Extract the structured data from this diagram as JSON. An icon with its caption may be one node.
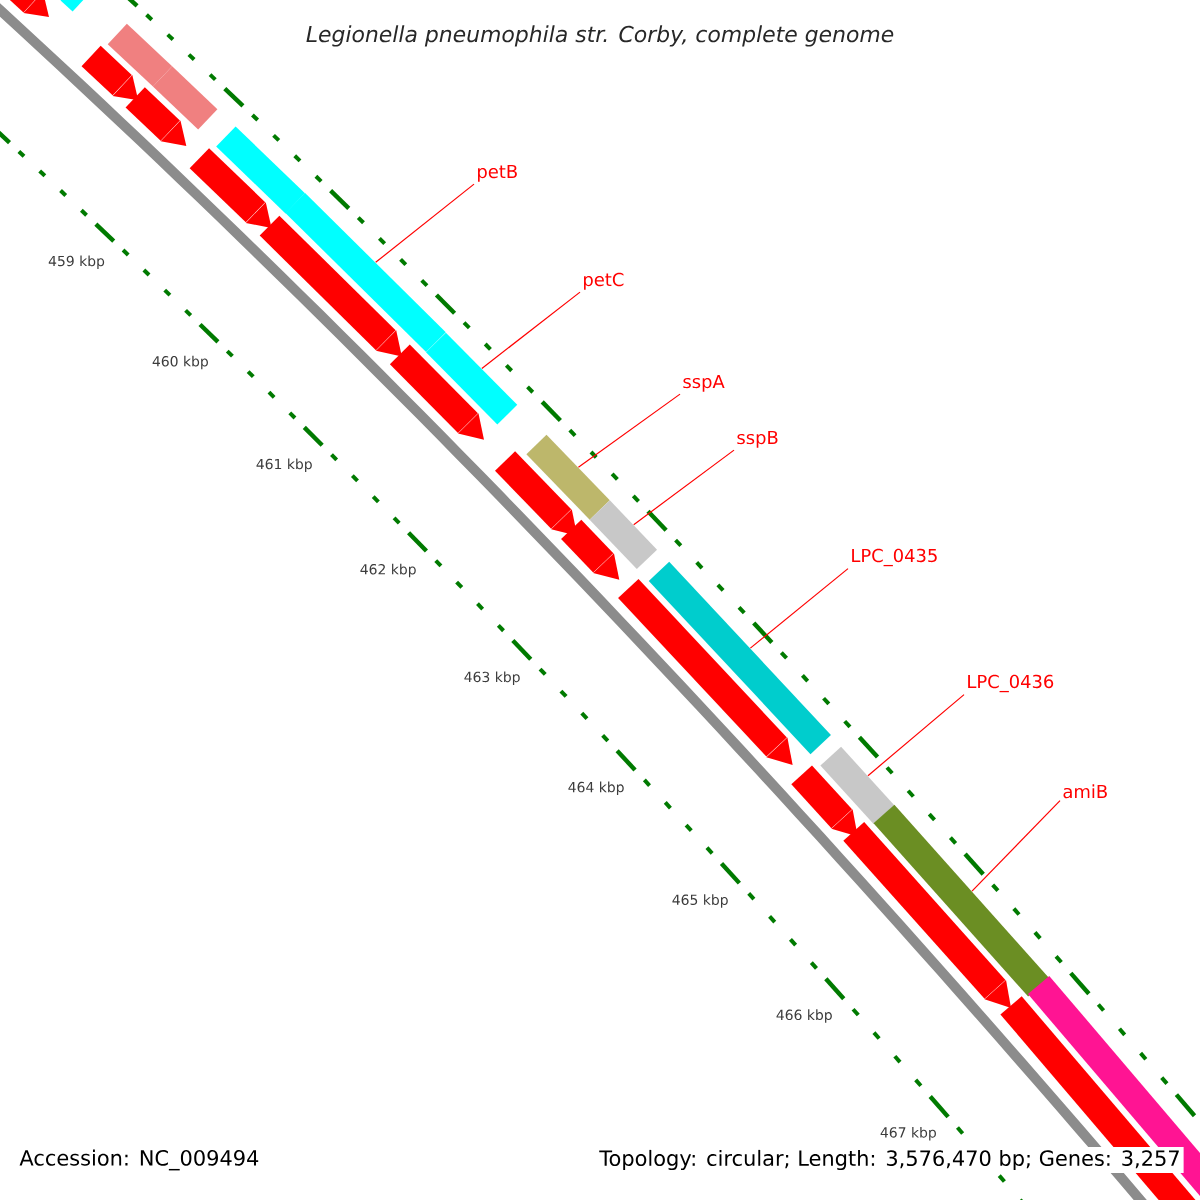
{
  "diagram": {
    "title": "Legionella pneumophila str. Corby, complete genome",
    "nodes": [
      {
        "text": [
          "petB"
        ]
      },
      {
        "text": [
          "petC"
        ]
      },
      {
        "text": [
          "sspA"
        ]
      },
      {
        "text": [
          "sspB"
        ]
      },
      {
        "text": [
          "LPC_0435"
        ]
      },
      {
        "text": [
          "LPC_0436"
        ]
      },
      {
        "text": [
          "amiB"
        ]
      },
      {
        "text": [],
        "shape": "bar"
      },
      {
        "text": [],
        "shape": "bar"
      },
      {
        "text": [],
        "shape": "bar"
      },
      {
        "text": [],
        "shape": "bar"
      },
      {
        "text": [],
        "shape": "bar"
      },
      {
        "text": [],
        "shape": "bar"
      },
      {
        "text": [],
        "shape": "bar"
      },
      {
        "text": [],
        "shape": "bar"
      },
      {
        "text": [],
        "shape": "bar"
      },
      {
        "text": [],
        "shape": "bar"
      },
      {
        "text": [],
        "shape": "bar"
      },
      {
        "text": [],
        "shape": "bar"
      },
      {
        "text": [],
        "shape": "bar"
      },
      {
        "text": [],
        "shape": "bar"
      },
      {
        "text": [],
        "shape": "bar"
      },
      {
        "text": [],
        "shape": "bar"
      },
      {
        "text": [],
        "shape": "bar"
      },
      {
        "text": [],
        "shape": "bar"
      },
      {
        "text": [],
        "shape": "bar"
      },
      {
        "text": [],
        "shape": "bar"
      },
      {
        "text": [],
        "shape": "bar"
      },
      {
        "text": [],
        "shape": "bar"
      },
      {
        "text": [],
        "shape": "bar"
      },
      {
        "text": [],
        "shape": "bar"
      }
    ],
    "edges": [
      {
        "from": 0,
        "to": 7,
        "arrow": "none"
      },
      {
        "from": 1,
        "to": 8,
        "arrow": "none"
      },
      {
        "from": 2,
        "to": 9,
        "arrow": "none"
      },
      {
        "from": 3,
        "to": 10,
        "arrow": "none"
      },
      {
        "from": 4,
        "to": 11,
        "arrow": "none"
      },
      {
        "from": 5,
        "to": 12,
        "arrow": "none"
      },
      {
        "from": 6,
        "to": 13,
        "arrow": "none"
      }
    ],
    "labels": [
      "459 kbp",
      "460 kbp",
      "461 kbp",
      "462 kbp",
      "463 kbp",
      "464 kbp",
      "465 kbp",
      "466 kbp",
      "467 kbp",
      "Accession: NC_009494",
      "Topology: circular; Length: 3,576,470 bp; Genes: 3,257"
    ]
  }
}
